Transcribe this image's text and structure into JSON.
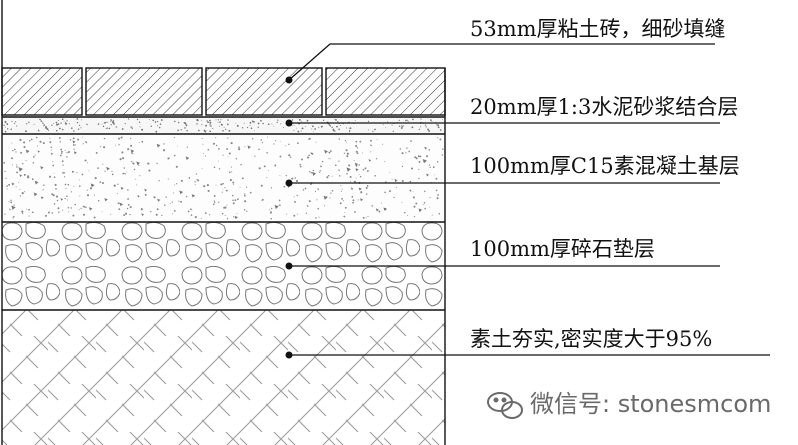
{
  "layers": [
    {
      "id": "brick",
      "label": "53mm厚粘土砖，细砂填缝"
    },
    {
      "id": "mortar",
      "label": "20mm厚1:3水泥砂浆结合层"
    },
    {
      "id": "concrete",
      "label": "100mm厚C15素混凝土基层"
    },
    {
      "id": "gravel",
      "label": "100mm厚碎石垫层"
    },
    {
      "id": "soil",
      "label": "素土夯实,密实度大于95%"
    }
  ],
  "watermark": {
    "icon": "wechat-icon",
    "text": "微信号: stonesmcom"
  }
}
